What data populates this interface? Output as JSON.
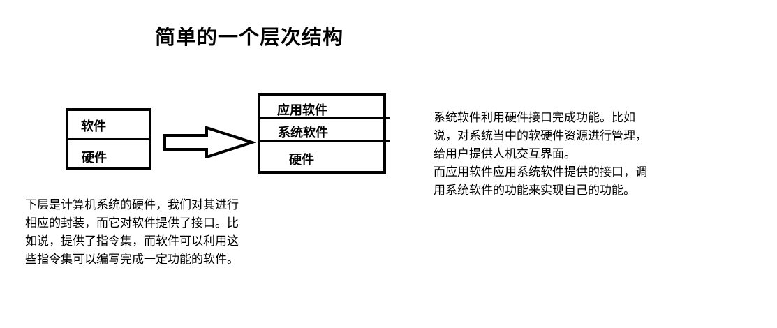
{
  "title": "简单的一个层次结构",
  "left_stack": {
    "top_label": "软件",
    "bottom_label": "硬件"
  },
  "right_stack": {
    "layer1": "应用软件",
    "layer2": "系统软件",
    "layer3": "硬件"
  },
  "left_text": {
    "lines": [
      "下层是计算机系统的硬件，我们对其进行",
      "相应的封装，而它对软件提供了接口。比",
      "如说，提供了指令集，而软件可以利用这",
      "些指令集可以编写完成一定功能的软件。"
    ]
  },
  "right_text": {
    "lines": [
      "系统软件利用硬件接口完成功能。比如",
      "说，对系统当中的软硬件资源进行管理，",
      "给用户提供人机交互界面。",
      "而应用软件应用系统软件提供的接口，调",
      "用系统软件的功能来实现自己的功能。"
    ]
  }
}
